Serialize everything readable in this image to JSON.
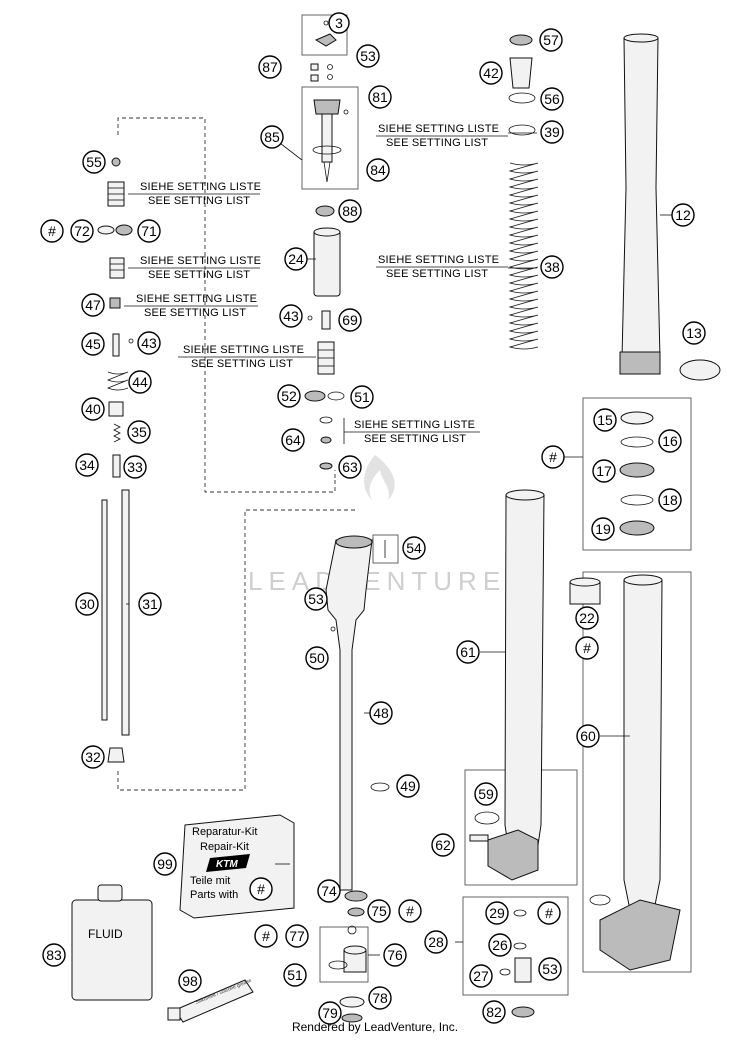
{
  "callouts": [
    {
      "id": "c3",
      "label": "3"
    },
    {
      "id": "c87",
      "label": "87"
    },
    {
      "id": "c53a",
      "label": "53"
    },
    {
      "id": "c81",
      "label": "81"
    },
    {
      "id": "c85",
      "label": "85"
    },
    {
      "id": "c84",
      "label": "84"
    },
    {
      "id": "c88",
      "label": "88"
    },
    {
      "id": "c24",
      "label": "24"
    },
    {
      "id": "c43a",
      "label": "43"
    },
    {
      "id": "c69",
      "label": "69"
    },
    {
      "id": "c52",
      "label": "52"
    },
    {
      "id": "c51a",
      "label": "51"
    },
    {
      "id": "c64",
      "label": "64"
    },
    {
      "id": "c63",
      "label": "63"
    },
    {
      "id": "c55",
      "label": "55"
    },
    {
      "id": "chash1",
      "label": "#"
    },
    {
      "id": "c72",
      "label": "72"
    },
    {
      "id": "c71",
      "label": "71"
    },
    {
      "id": "c47",
      "label": "47"
    },
    {
      "id": "c45",
      "label": "45"
    },
    {
      "id": "c43b",
      "label": "43"
    },
    {
      "id": "c44",
      "label": "44"
    },
    {
      "id": "c40",
      "label": "40"
    },
    {
      "id": "c35",
      "label": "35"
    },
    {
      "id": "c34",
      "label": "34"
    },
    {
      "id": "c33",
      "label": "33"
    },
    {
      "id": "c30",
      "label": "30"
    },
    {
      "id": "c31",
      "label": "31"
    },
    {
      "id": "c32",
      "label": "32"
    },
    {
      "id": "c57",
      "label": "57"
    },
    {
      "id": "c42",
      "label": "42"
    },
    {
      "id": "c56",
      "label": "56"
    },
    {
      "id": "c39",
      "label": "39"
    },
    {
      "id": "c38",
      "label": "38"
    },
    {
      "id": "c12",
      "label": "12"
    },
    {
      "id": "c13",
      "label": "13"
    },
    {
      "id": "chash2",
      "label": "#"
    },
    {
      "id": "c15",
      "label": "15"
    },
    {
      "id": "c16",
      "label": "16"
    },
    {
      "id": "c17",
      "label": "17"
    },
    {
      "id": "c18",
      "label": "18"
    },
    {
      "id": "c19",
      "label": "19"
    },
    {
      "id": "c54",
      "label": "54"
    },
    {
      "id": "c53b",
      "label": "53"
    },
    {
      "id": "c50",
      "label": "50"
    },
    {
      "id": "c48",
      "label": "48"
    },
    {
      "id": "c49",
      "label": "49"
    },
    {
      "id": "c61",
      "label": "61"
    },
    {
      "id": "c22",
      "label": "22"
    },
    {
      "id": "chash3",
      "label": "#"
    },
    {
      "id": "c60",
      "label": "60"
    },
    {
      "id": "c59",
      "label": "59"
    },
    {
      "id": "c62",
      "label": "62"
    },
    {
      "id": "c99",
      "label": "99"
    },
    {
      "id": "chash4",
      "label": "#"
    },
    {
      "id": "c74",
      "label": "74"
    },
    {
      "id": "c75",
      "label": "75"
    },
    {
      "id": "chash5",
      "label": "#"
    },
    {
      "id": "chash6",
      "label": "#"
    },
    {
      "id": "c77",
      "label": "77"
    },
    {
      "id": "c76",
      "label": "76"
    },
    {
      "id": "c51b",
      "label": "51"
    },
    {
      "id": "c79",
      "label": "79"
    },
    {
      "id": "c78",
      "label": "78"
    },
    {
      "id": "c83",
      "label": "83"
    },
    {
      "id": "c98",
      "label": "98"
    },
    {
      "id": "c29",
      "label": "29"
    },
    {
      "id": "chash7",
      "label": "#"
    },
    {
      "id": "c28",
      "label": "28"
    },
    {
      "id": "c26",
      "label": "26"
    },
    {
      "id": "c27",
      "label": "27"
    },
    {
      "id": "c53c",
      "label": "53"
    },
    {
      "id": "c82",
      "label": "82"
    }
  ],
  "notes": {
    "line1": "SIEHE SETTING LISTE",
    "line2": "SEE SETTING LIST"
  },
  "kit": {
    "line1": "Reparatur-Kit",
    "line2": "Repair-Kit",
    "brand": "KTM",
    "line3": "Teile mit",
    "line4": "Parts with"
  },
  "fluid_label": "FLUID",
  "grease_label": "Silikonfett / Silicone grease",
  "watermark": "LEADVENTURE",
  "footer": "Rendered by LeadVenture, Inc."
}
